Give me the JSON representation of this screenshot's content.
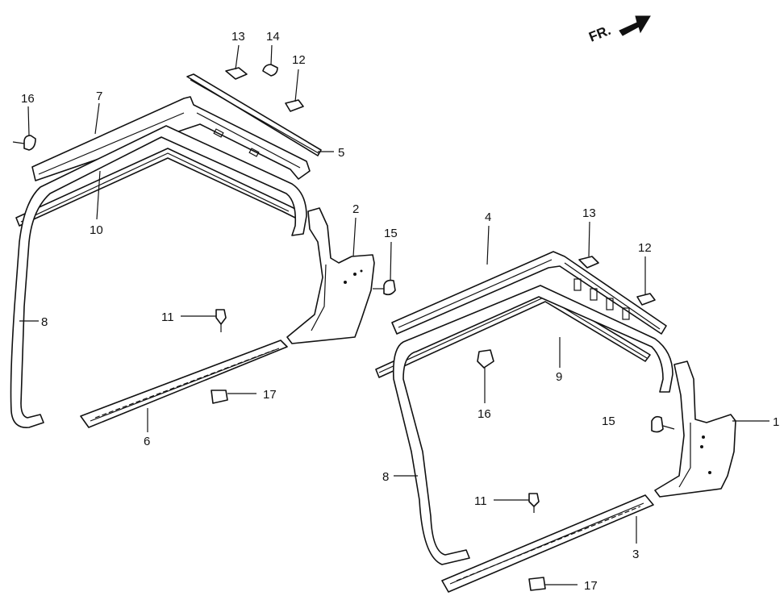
{
  "direction_marker": {
    "text": "FR.",
    "icon": "arrow-right-icon"
  },
  "callouts": {
    "c1": "1",
    "c2": "2",
    "c3": "3",
    "c4": "4",
    "c5": "5",
    "c6": "6",
    "c7": "7",
    "c8_left": "8",
    "c8_right": "8",
    "c9": "9",
    "c10": "10",
    "c11_left": "11",
    "c11_right": "11",
    "c12_top": "12",
    "c12_right": "12",
    "c13_top": "13",
    "c13_right": "13",
    "c14": "14",
    "c15_left": "15",
    "c15_right": "15",
    "c16_left": "16",
    "c16_mid": "16",
    "c17_left": "17",
    "c17_right": "17"
  }
}
